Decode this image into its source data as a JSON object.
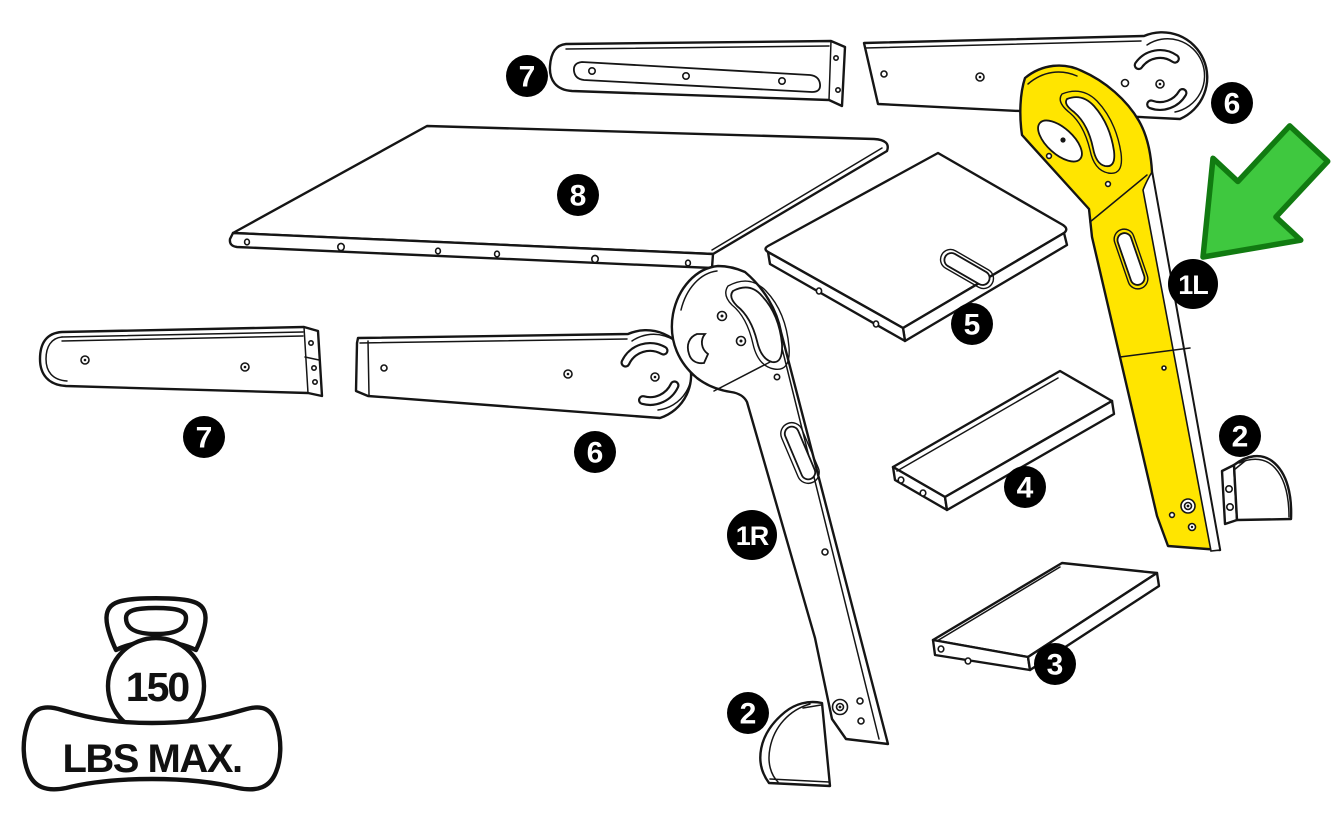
{
  "diagram_type": "exploded-parts-diagram",
  "highlighted_part": "1L",
  "badges": {
    "b7_top": "7",
    "b6_top": "6",
    "b8": "8",
    "b5": "5",
    "b7_left": "7",
    "b6_left": "6",
    "b1r": "1R",
    "b1l": "1L",
    "b4": "4",
    "b2_right": "2",
    "b3": "3",
    "b2_left": "2"
  },
  "weight_limit": {
    "value": "150",
    "unit": "LBS MAX."
  },
  "colors": {
    "highlight": "#FFE500",
    "arrow_fill": "#3FC83F",
    "arrow_stroke": "#117B11",
    "badge_bg": "#000000",
    "badge_text": "#FFFFFF",
    "line": "#151515"
  }
}
